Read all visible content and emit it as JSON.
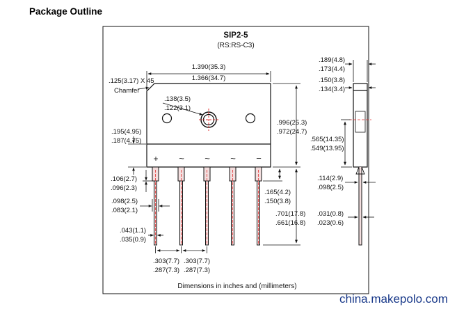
{
  "header": {
    "title": "Package Outline"
  },
  "drawing": {
    "package_name": "SIP2-5",
    "package_code": "(RS:RS-C3)",
    "footer": "Dimensions in inches and (millimeters)",
    "pin_marks": [
      "+",
      "~",
      "~",
      "~",
      "−"
    ],
    "dims": {
      "body_width_max": "1.390(35.3)",
      "body_width_min": "1.366(34.7)",
      "chamfer": ".125(3.17) X 45",
      "chamfer_label": "Chamfer",
      "hole_dia_max": ".138(3.5)",
      "hole_dia_min": ".122(3.1)",
      "band_max": ".195(4.95)",
      "band_min": ".187(4.75)",
      "body_height_max": ".996(25.3)",
      "body_height_min": ".972(24.7)",
      "seat_max": ".106(2.7)",
      "seat_min": ".096(2.3)",
      "lead_w_max": ".098(2.5)",
      "lead_w_min": ".083(2.1)",
      "lead_t_max": ".043(1.1)",
      "lead_t_min": ".035(0.9)",
      "pitch1_max": ".303(7.7)",
      "pitch1_min": ".287(7.3)",
      "pitch2_max": ".303(7.7)",
      "pitch2_min": ".287(7.3)",
      "standoff_max": ".165(4.2)",
      "standoff_min": ".150(3.8)",
      "lead_len_max": ".701(17.8)",
      "lead_len_min": ".661(16.8)",
      "side_w_max": ".189(4.8)",
      "side_w_min": ".173(4.4)",
      "side_t_max": ".150(3.8)",
      "side_t_min": ".134(3.4)",
      "hole_h_max": ".565(14.35)",
      "hole_h_min": ".549(13.95)",
      "side_lead_max": ".114(2.9)",
      "side_lead_min": ".098(2.5)",
      "side_lead_t_max": ".031(0.8)",
      "side_lead_t_min": ".023(0.6)"
    }
  },
  "watermark": "china.makepolo.com",
  "colors": {
    "centerline": "#e03030",
    "lead_fill": "#f3dede",
    "text": "#111111",
    "watermark": "#1a3a8a"
  }
}
